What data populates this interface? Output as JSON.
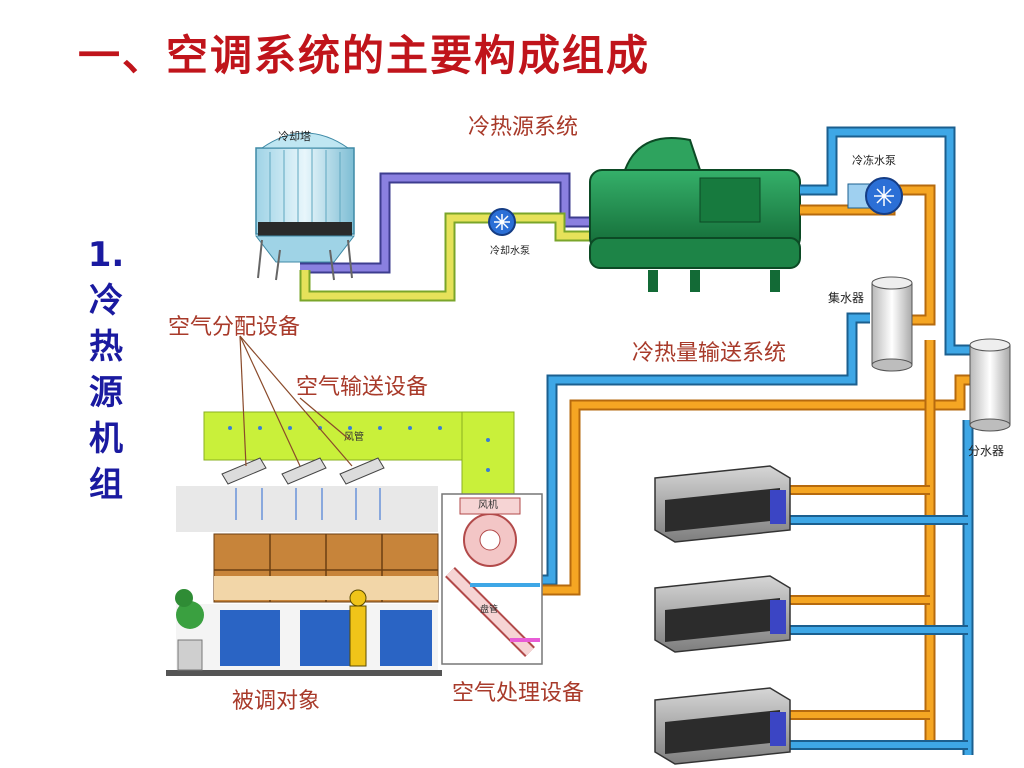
{
  "title": "一、空调系统的主要构成组成",
  "side_label": [
    "1.",
    "冷",
    "热",
    "源",
    "机",
    "组"
  ],
  "labels": {
    "cold_heat_source": "冷热源系统",
    "cooling_tower": "冷却塔",
    "cooling_pump": "冷却水泵",
    "chilled_pump": "冷冻水泵",
    "collector": "集水器",
    "distributor": "分水器",
    "transport_system": "冷热量输送系统",
    "air_distribution": "空气分配设备",
    "air_transport": "空气输送设备",
    "duct": "风管",
    "fan": "风机",
    "air_handling": "空气处理设备",
    "conditioned_object": "被调对象",
    "coil": "盘管"
  },
  "colors": {
    "title": "#c0141b",
    "side_label": "#1a1aa0",
    "label": "#a83a2a",
    "supply_pipe": "#f5a623",
    "return_pipe": "#3ea7e6",
    "cooling_supply": "#e6d84a",
    "cooling_return": "#7a6fd6",
    "duct": "#c9f03a",
    "chiller": "#1f8a4a"
  }
}
